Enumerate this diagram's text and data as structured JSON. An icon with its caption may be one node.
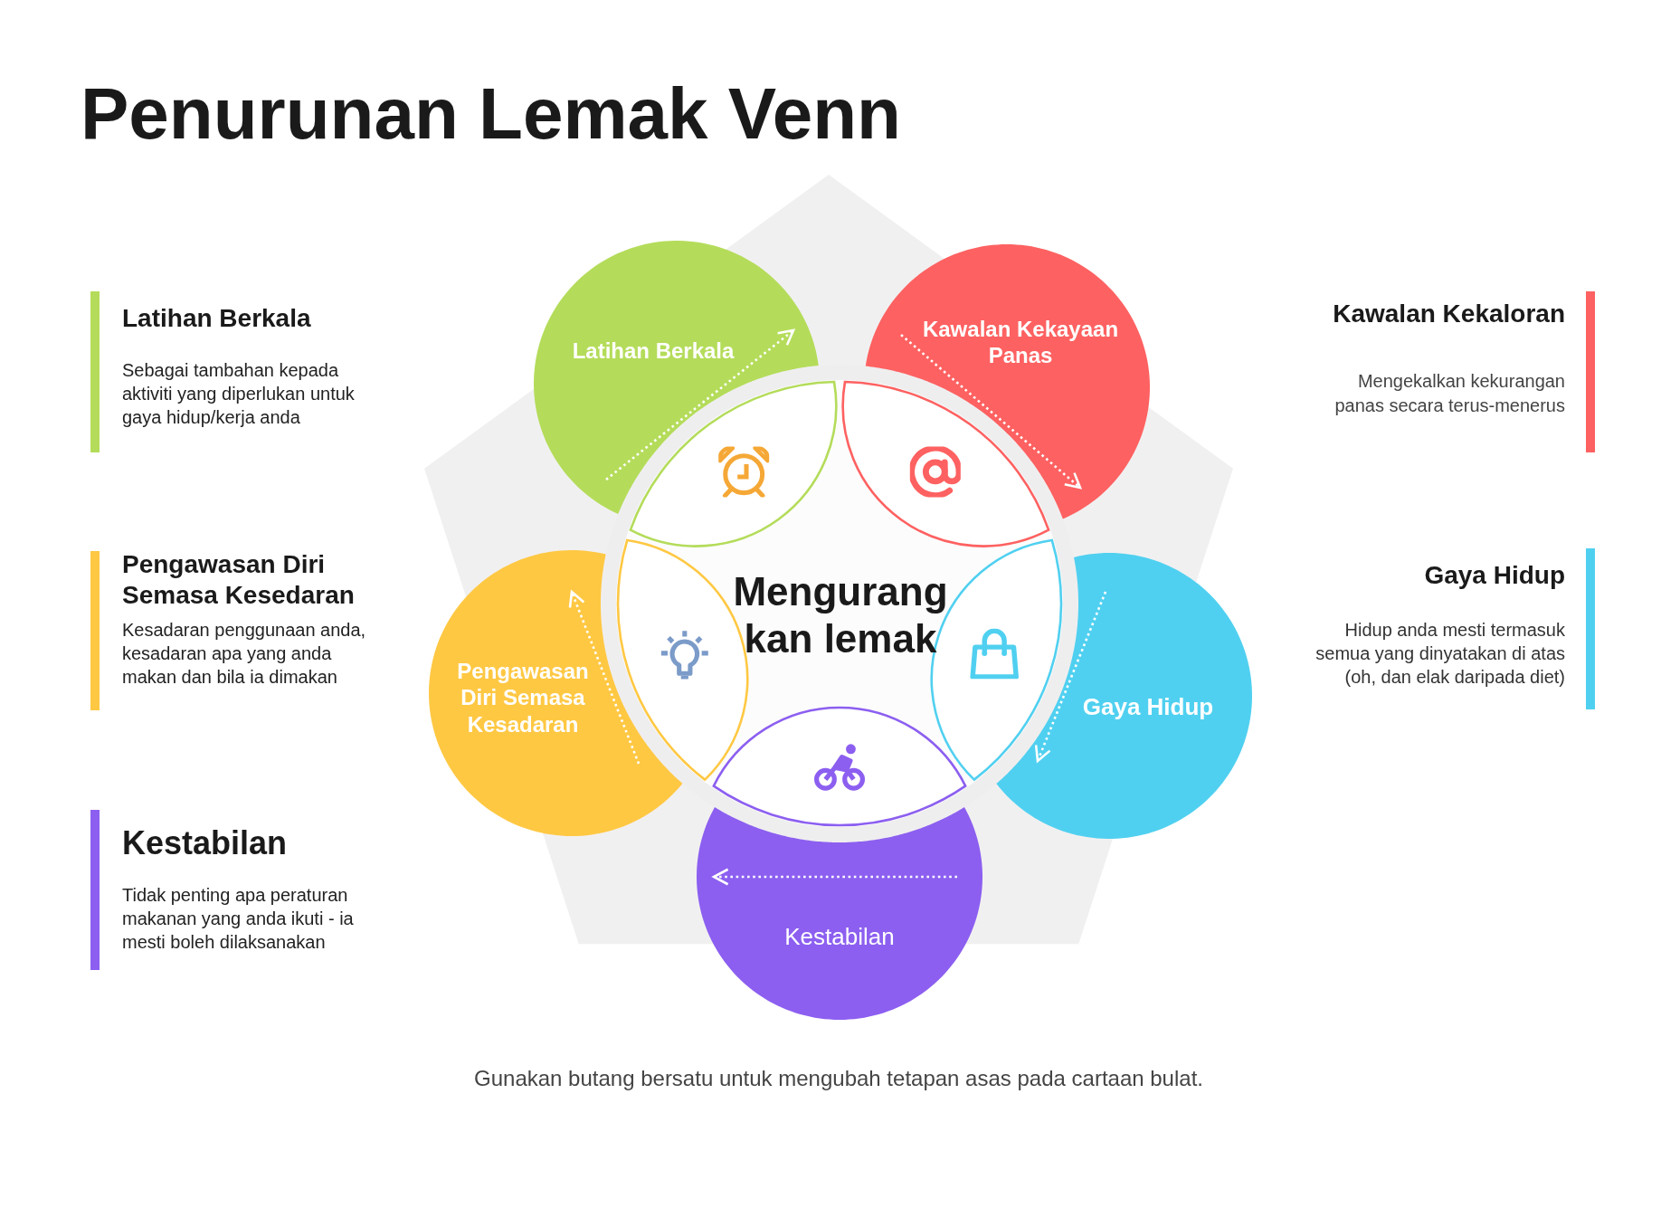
{
  "diagram": {
    "title": "Penurunan Lemak Venn",
    "caption": "Gunakan butang bersatu untuk mengubah tetapan asas pada cartaan bulat.",
    "nodes": [
      {
        "text": [
          "Latihan Berkala"
        ]
      },
      {
        "text": [
          "Kawalan Kekayaan Panas"
        ]
      },
      {
        "text": [
          "Mengurang kan lemak"
        ]
      },
      {
        "text": [
          "Pengawasan Diri Semasa Kesadaran"
        ]
      },
      {
        "text": [
          "Gaya Hidup"
        ]
      },
      {
        "text": [
          "Kestabilan"
        ]
      }
    ],
    "labels": [
      "Latihan Berkala",
      "Sebagai tambahan kepada aktiviti yang diperlukan untuk gaya hidup/kerja anda",
      "Kawalan Kekaloran",
      "Mengekalkan kekurangan panas secara terus-menerus",
      "Pengawasan Diri Semasa Kesedaran",
      "Kesadaran penggunaan anda, kesadaran apa yang anda makan dan bila ia dimakan",
      "Gaya Hidup",
      "Hidup anda mesti termasuk semua yang dinyatakan di atas (oh, dan elak daripada diet)",
      "Kestabilan",
      "Tidak penting apa peraturan makanan yang anda ikuti - ia mesti boleh dilaksanakan"
    ]
  }
}
